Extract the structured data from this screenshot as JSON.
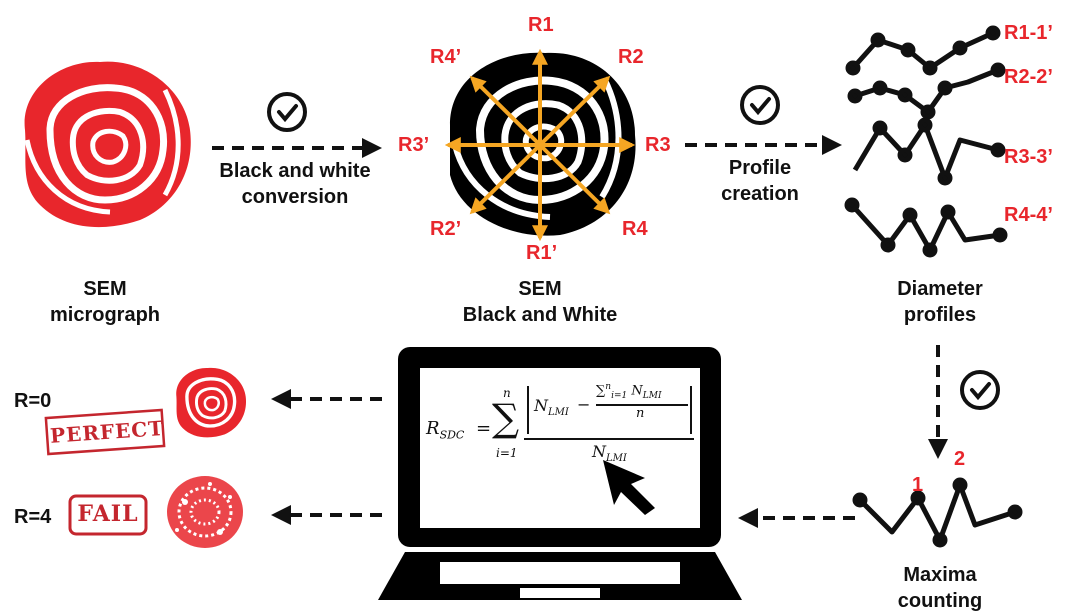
{
  "colors": {
    "red": "#e8262c",
    "black": "#111111",
    "orange": "#f5a623",
    "white": "#ffffff"
  },
  "steps": {
    "bw_conversion": {
      "line1": "Black and white",
      "line2": "conversion"
    },
    "profile_creation": {
      "line1": "Profile",
      "line2": "creation"
    }
  },
  "captions": {
    "sem_micrograph": {
      "line1": "SEM",
      "line2": "micrograph"
    },
    "sem_bw": {
      "line1": "SEM",
      "line2": "Black and White"
    },
    "diameter_profiles": {
      "line1": "Diameter",
      "line2": "profiles"
    },
    "maxima_counting": {
      "line1": "Maxima",
      "line2": "counting"
    }
  },
  "radii": {
    "r1": "R1",
    "r2": "R2",
    "r3": "R3",
    "r4": "R4",
    "r1p": "R1’",
    "r2p": "R2’",
    "r3p": "R3’",
    "r4p": "R4’"
  },
  "profiles": {
    "p1": "R1-1’",
    "p2": "R2-2’",
    "p3": "R3-3’",
    "p4": "R4-4’"
  },
  "maxima": {
    "m1": "1",
    "m2": "2"
  },
  "results": {
    "perfect": {
      "r_label": "R=0",
      "stamp": "PERFECT"
    },
    "fail": {
      "r_label": "R=4",
      "stamp": "FAIL"
    }
  },
  "formula": {
    "lhs": "R",
    "lhs_sub": "SDC",
    "eq": "=",
    "sum_top": "n",
    "sum_bottom": "i=1",
    "num_a": "N",
    "num_a_sub": "LMI",
    "minus": "−",
    "inner_top": "∑",
    "inner_top_range": "n",
    "inner_top_from": "i=1",
    "inner_top_var": "N",
    "inner_top_sub": "LMI",
    "inner_den": "n",
    "den": "N",
    "den_sub": "LMI"
  },
  "icons": [
    "check-circle-icon",
    "rose-icon",
    "laptop-icon",
    "cursor-arrow-icon",
    "dashed-arrow-icon"
  ]
}
